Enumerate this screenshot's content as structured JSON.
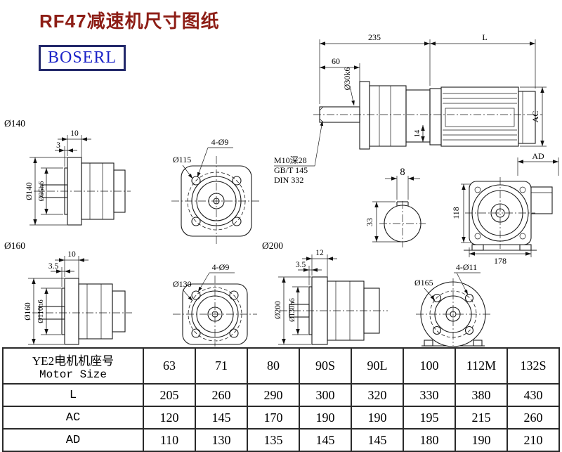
{
  "page": {
    "title": "RF47减速机尺寸图纸",
    "logo_text": "BOSERL",
    "colors": {
      "title": "#8d1d15",
      "logo_text": "#1c24c8",
      "logo_border": "#23296b",
      "line": "#1a1a1a",
      "background": "#ffffff"
    }
  },
  "main_view": {
    "dim_235": "235",
    "dim_L": "L",
    "dim_60": "60",
    "shaft_dia_label": "Ø30k6",
    "dim_AC": "AC",
    "dim_14": "14",
    "thread_note_line1": "M10深28",
    "thread_note_line2": "GB/T 145",
    "thread_note_line3": "DIN 332",
    "key_section": {
      "dim_8": "8",
      "dim_33": "33"
    }
  },
  "rear_view": {
    "dim_AD": "AD",
    "dim_118": "118",
    "dim_178": "178"
  },
  "flange_views": {
    "v140": {
      "name": "Ø140",
      "dim_10": "10",
      "dim_3": "3",
      "outer": "Ø140",
      "spigot": "Ø95h6"
    },
    "f115": {
      "holes": "4-Ø9",
      "bolt_circle": "Ø115"
    },
    "v160": {
      "name": "Ø160",
      "dim_10": "10",
      "dim_3_5": "3.5",
      "outer": "Ø160",
      "spigot": "Ø110h6"
    },
    "f130": {
      "holes": "4-Ø9",
      "bolt_circle": "Ø130"
    },
    "v200": {
      "name": "Ø200",
      "dim_12": "12",
      "dim_3_5": "3.5",
      "outer": "Ø200",
      "spigot": "Ø130h6"
    },
    "f165": {
      "holes": "4-Ø11",
      "bolt_circle": "Ø165"
    }
  },
  "table": {
    "header": {
      "line1": "YE2电机机座号",
      "line2": "Motor Size"
    },
    "sizes": [
      "63",
      "71",
      "80",
      "90S",
      "90L",
      "100",
      "112M",
      "132S"
    ],
    "rows": [
      {
        "label": "L",
        "values": [
          "205",
          "260",
          "290",
          "300",
          "320",
          "330",
          "380",
          "430"
        ]
      },
      {
        "label": "AC",
        "values": [
          "120",
          "145",
          "170",
          "190",
          "190",
          "195",
          "215",
          "260"
        ]
      },
      {
        "label": "AD",
        "values": [
          "110",
          "130",
          "135",
          "145",
          "145",
          "180",
          "190",
          "210"
        ]
      }
    ]
  }
}
